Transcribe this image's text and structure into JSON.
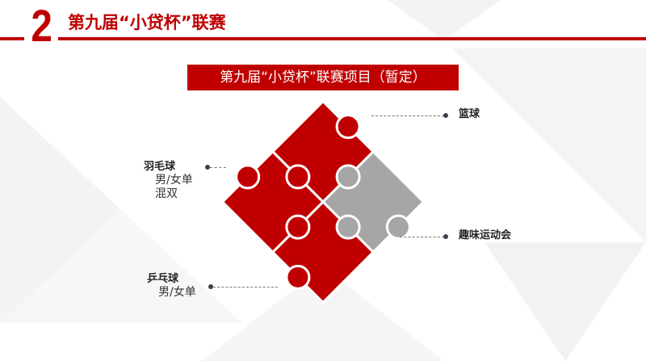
{
  "header": {
    "section_number": "2",
    "title": "第九届“小贷杯”联赛"
  },
  "subtitle": "第九届“小贷杯”联赛项目（暂定）",
  "items": [
    {
      "name": "篮球",
      "details": []
    },
    {
      "name": "羽毛球",
      "details": [
        "男/女单",
        "混双"
      ]
    },
    {
      "name": "趣味运动会",
      "details": []
    },
    {
      "name": "乒乓球",
      "details": [
        "男/女单"
      ]
    }
  ],
  "colors": {
    "accent": "#c00000",
    "grey": "#a6a6a6"
  }
}
